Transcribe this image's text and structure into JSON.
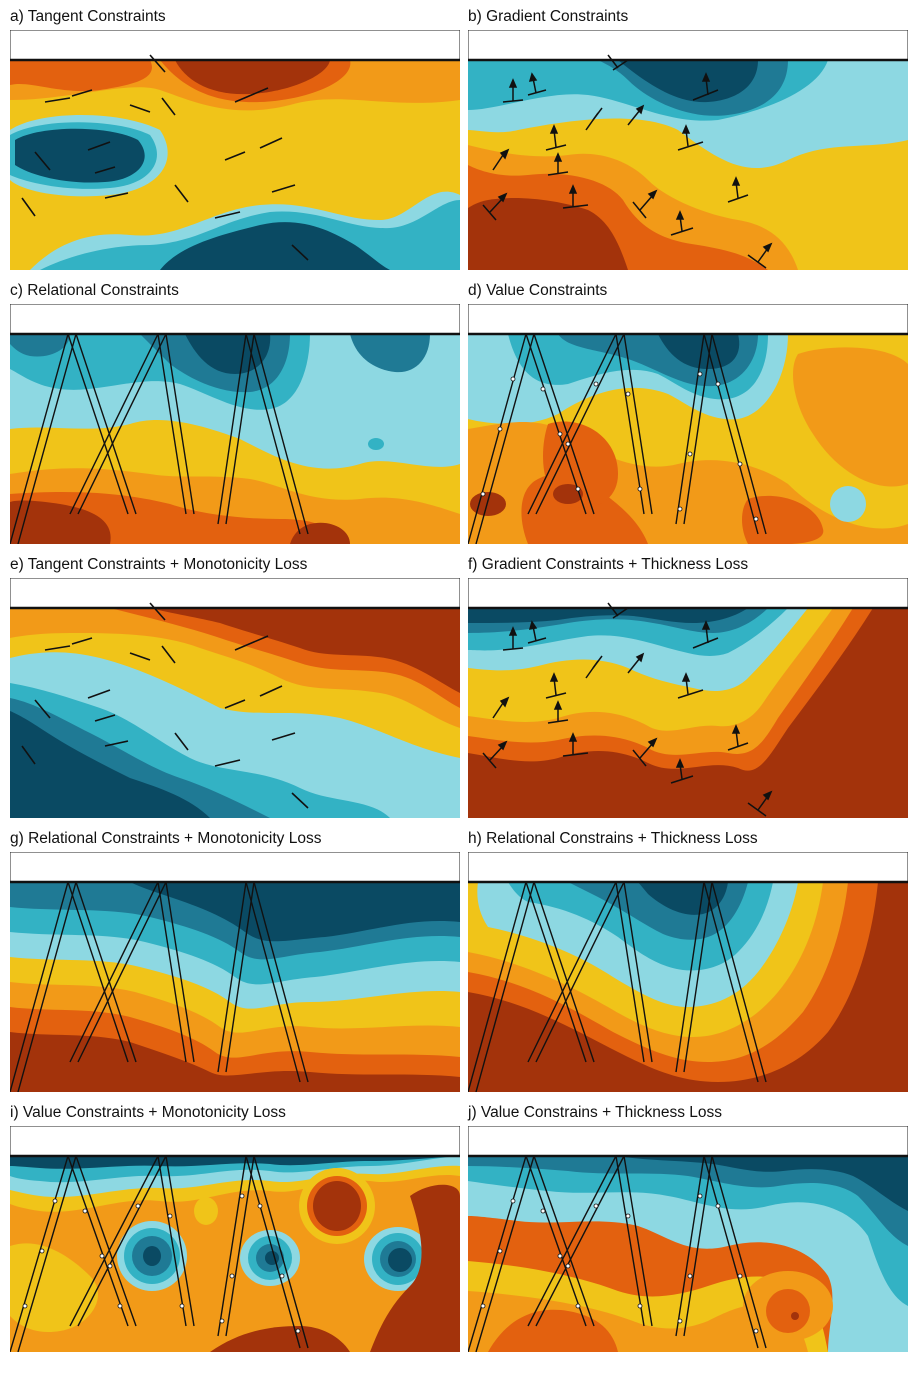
{
  "panels": [
    {
      "title": "a) Tangent Constraints",
      "bg": "#f0c419",
      "marks": "tangent"
    },
    {
      "title": "b) Gradient Constraints",
      "bg": "#f0c419",
      "marks": "gradient"
    },
    {
      "title": "c) Relational Constraints",
      "bg": "#f0c419",
      "marks": "wells"
    },
    {
      "title": "d) Value Constraints",
      "bg": "#f0c419",
      "marks": "wells-values"
    },
    {
      "title": "e) Tangent Constraints + Monotonicity Loss",
      "bg": "#f0c419",
      "marks": "tangent"
    },
    {
      "title": "f) Gradient Constraints + Thickness Loss",
      "bg": "#f0c419",
      "marks": "gradient"
    },
    {
      "title": "g) Relational Constraints + Monotonicity Loss",
      "bg": "#f0c419",
      "marks": "wells"
    },
    {
      "title": "h) Relational Constrains + Thickness Loss",
      "bg": "#f0c419",
      "marks": "wells"
    },
    {
      "title": "i) Value Constraints + Monotonicity Loss",
      "bg": "#f0c419",
      "marks": "wells-values"
    },
    {
      "title": "j) Value Constrains + Thickness Loss",
      "bg": "#f0c419",
      "marks": "wells-values"
    }
  ],
  "palette": {
    "dark_teal": "#0a4a63",
    "mid_teal": "#1f7a95",
    "teal": "#33b2c4",
    "light_cyan": "#8dd8e2",
    "yellow": "#f0c419",
    "orange": "#f29a18",
    "dark_orange": "#e3610f",
    "brick": "#a3330b"
  }
}
